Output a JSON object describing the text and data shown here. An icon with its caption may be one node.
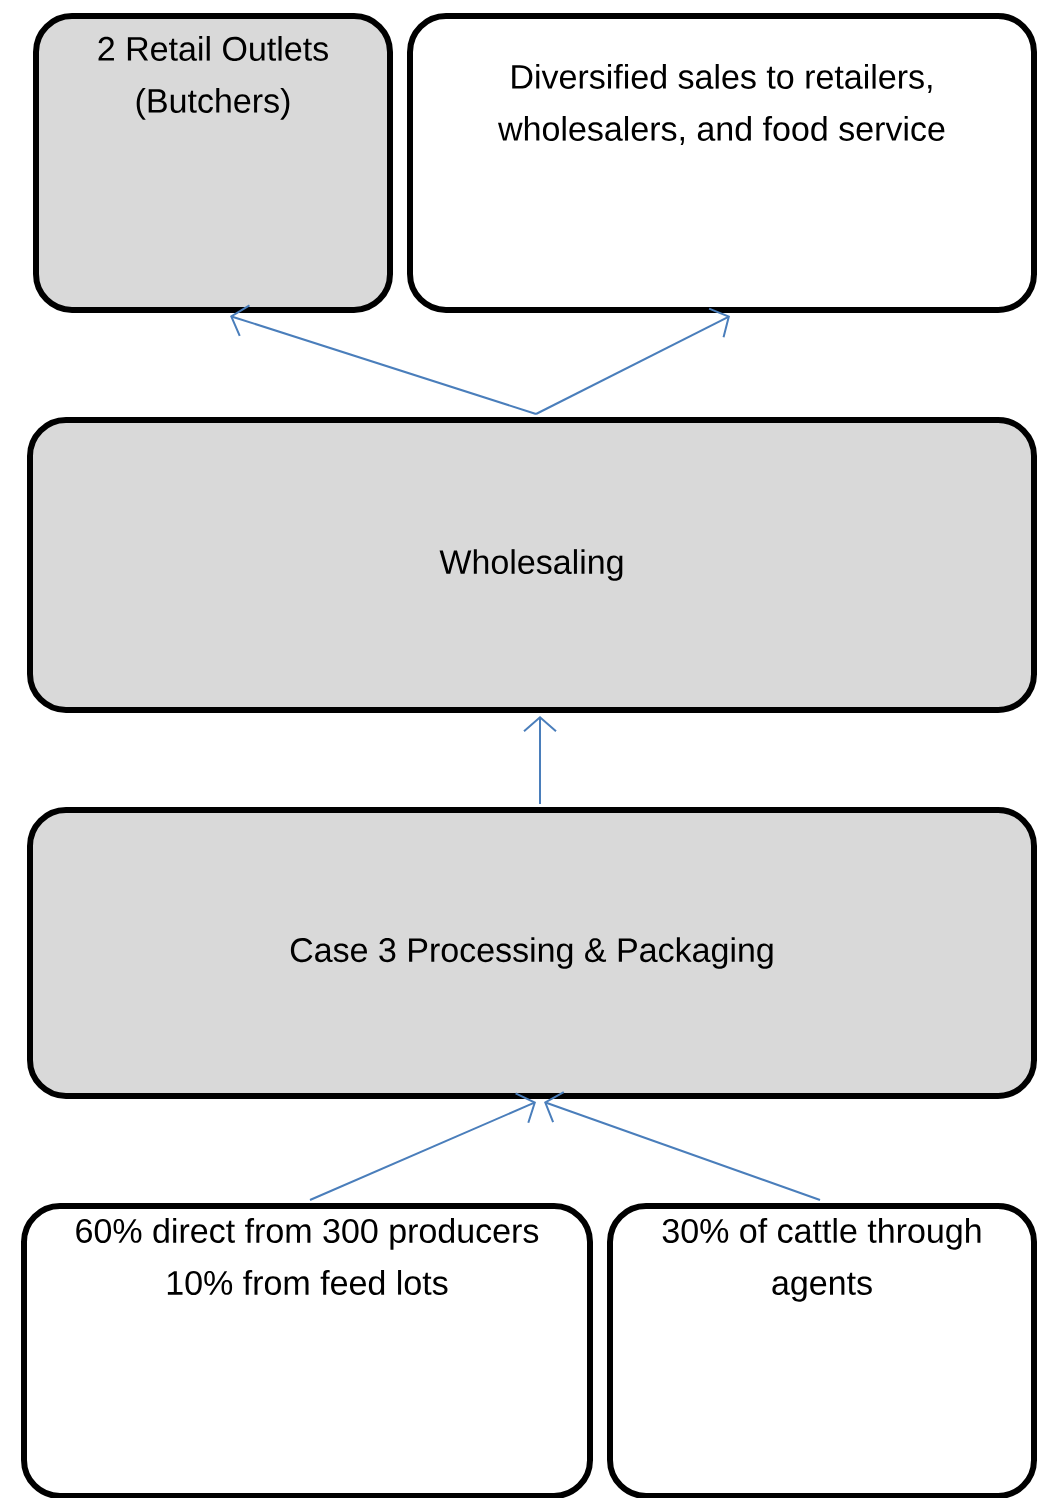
{
  "diagram": {
    "nodes": [
      {
        "text": [
          "2 Retail Outlets (Butchers)"
        ]
      },
      {
        "text": [
          "Diversified sales to retailers, wholesalers, and food service"
        ]
      },
      {
        "text": [
          "Wholesaling"
        ]
      },
      {
        "text": [
          "Case 3 Processing & Packaging"
        ]
      },
      {
        "text": [
          "60% direct from 300 producers 10% from feed lots"
        ]
      },
      {
        "text": [
          "30% of cattle through agents"
        ]
      }
    ],
    "edges": [
      {
        "from": 2,
        "to": 0,
        "arrow": "to"
      },
      {
        "from": 2,
        "to": 1,
        "arrow": "to"
      },
      {
        "from": 3,
        "to": 2,
        "arrow": "to"
      },
      {
        "from": 4,
        "to": 3,
        "arrow": "to"
      },
      {
        "from": 5,
        "to": 3,
        "arrow": "to"
      }
    ]
  }
}
